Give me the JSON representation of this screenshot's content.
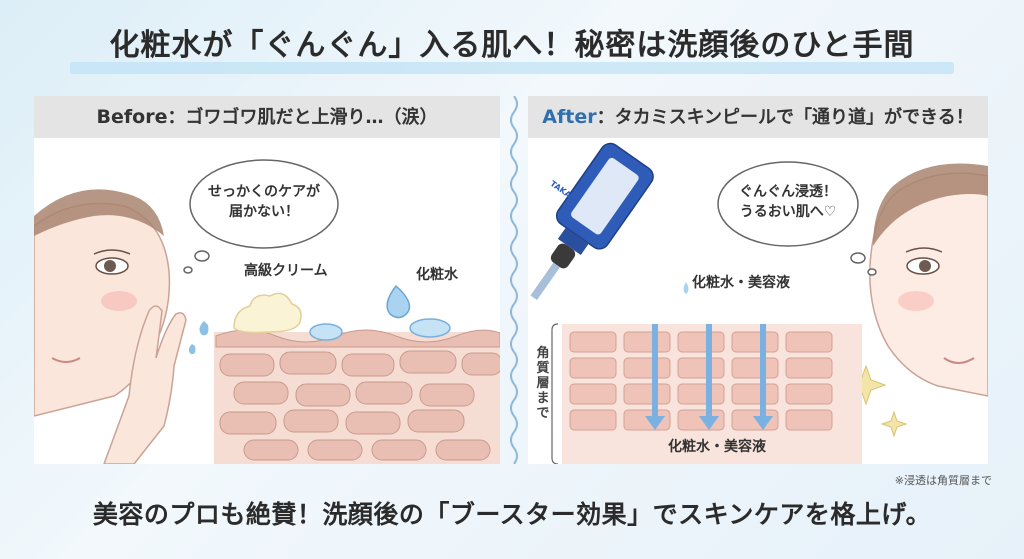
{
  "header": {
    "title": "化粧水が「ぐんぐん」入る肌へ！秘密は洗顔後のひと手間"
  },
  "before": {
    "label": "Before",
    "caption": "：ゴワゴワ肌だと上滑り…（涙）",
    "bubble": [
      "せっかくのケアが",
      "届かない！"
    ],
    "cream_label": "高級クリーム",
    "lotion_label": "化粧水"
  },
  "after": {
    "label": "After",
    "caption": "：タカミスキンピールで「通り道」ができる！",
    "bubble": [
      "ぐんぐん浸透！",
      "うるおい肌へ♡"
    ],
    "top_label": "化粧水・美容液",
    "bottom_label": "化粧水・美容液",
    "layer_label": "角質層まで",
    "bottle_text": "TAKAMI"
  },
  "note": "※浸透は角質層まで",
  "footer": "美容のプロも絶賛！洗顔後の「ブースター効果」でスキンケアを格上げ。",
  "colors": {
    "accent": "#2f6fb0",
    "skin": "#f3d2c7",
    "cell": "#e7b7ac",
    "arrow": "#7ab1e0"
  }
}
